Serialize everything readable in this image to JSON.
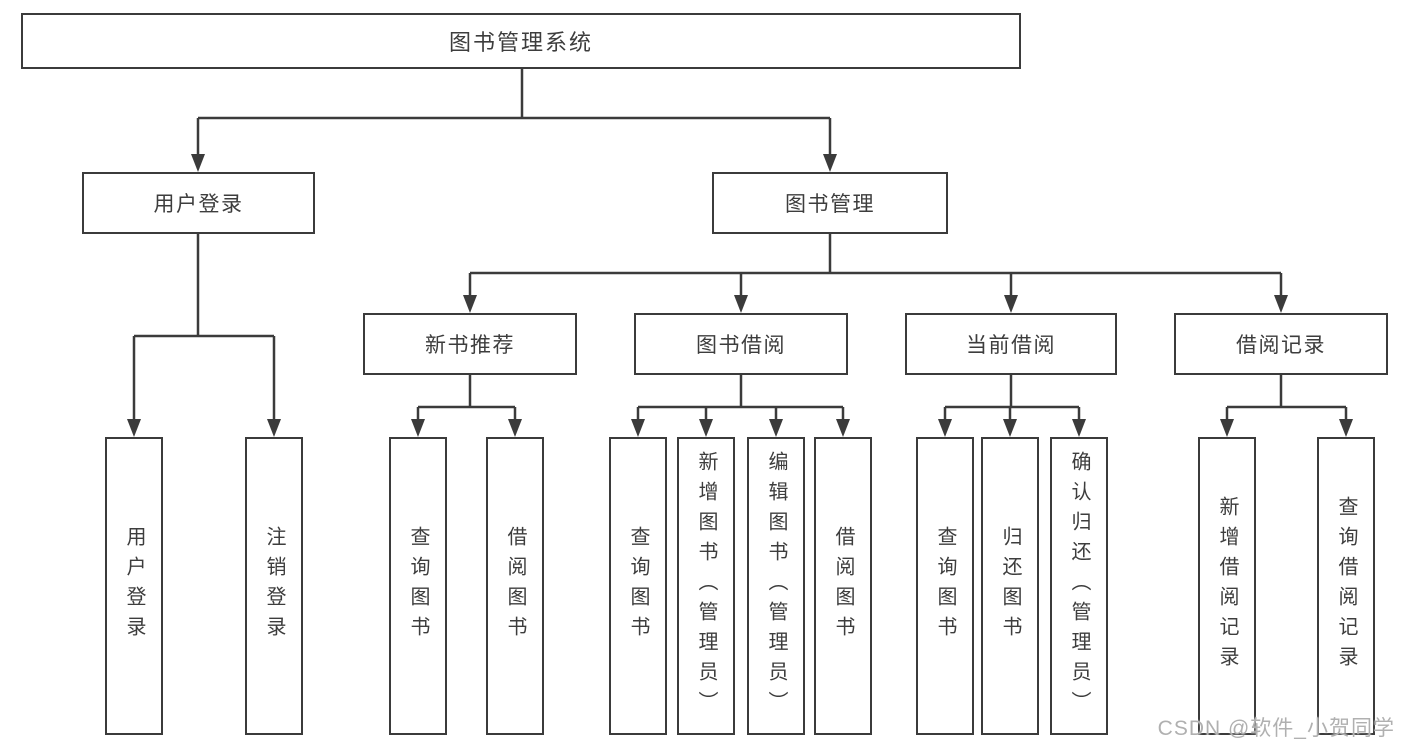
{
  "diagram": {
    "title": "图书管理系统",
    "level2": [
      {
        "label": "用户登录"
      },
      {
        "label": "图书管理"
      }
    ],
    "level3": [
      {
        "label": "新书推荐",
        "parent": "图书管理"
      },
      {
        "label": "图书借阅",
        "parent": "图书管理"
      },
      {
        "label": "当前借阅",
        "parent": "图书管理"
      },
      {
        "label": "借阅记录",
        "parent": "图书管理"
      }
    ],
    "leaves": [
      {
        "label": "用户登录",
        "parent": "用户登录"
      },
      {
        "label": "注销登录",
        "parent": "用户登录"
      },
      {
        "label": "查询图书",
        "parent": "新书推荐"
      },
      {
        "label": "借阅图书",
        "parent": "新书推荐"
      },
      {
        "label": "查询图书",
        "parent": "图书借阅"
      },
      {
        "label": "新增图书（管理员）",
        "parent": "图书借阅"
      },
      {
        "label": "编辑图书（管理员）",
        "parent": "图书借阅"
      },
      {
        "label": "借阅图书",
        "parent": "图书借阅"
      },
      {
        "label": "查询图书",
        "parent": "当前借阅"
      },
      {
        "label": "归还图书",
        "parent": "当前借阅"
      },
      {
        "label": "确认归还（管理员）",
        "parent": "当前借阅"
      },
      {
        "label": "新增借阅记录",
        "parent": "借阅记录"
      },
      {
        "label": "查询借阅记录",
        "parent": "借阅记录"
      }
    ]
  },
  "watermark": "CSDN @软件_小贺同学",
  "colors": {
    "line": "#3b3b3b",
    "text": "#3d3d3d",
    "watermark": "#b0b0b0",
    "background": "#ffffff"
  }
}
